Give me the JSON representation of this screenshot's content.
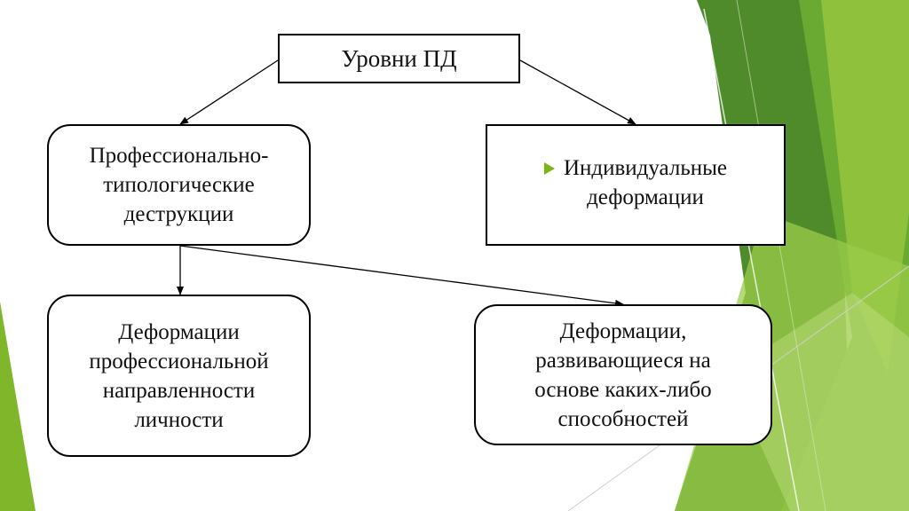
{
  "diagram": {
    "title": "Уровни ПД",
    "nodes": {
      "professional_typological": "Профессионально-\nтипологические\nдеструкции",
      "individual": "Индивидуальные\nдеформации",
      "professional_orientation": "Деформации\nпрофессиональной\nнаправленности\nличности",
      "abilities_based": "Деформации,\nразвивающиеся на\nоснове каких-либо\nспособностей"
    },
    "edges": [
      {
        "from": "title",
        "to": "professional_typological"
      },
      {
        "from": "title",
        "to": "individual"
      },
      {
        "from": "professional_typological",
        "to": "professional_orientation"
      },
      {
        "from": "professional_typological",
        "to": "abilities_based"
      }
    ],
    "bullet_icon": "triangle-bullet-icon"
  },
  "colors": {
    "accent_green": "#7cb518",
    "dark_green": "#4e8a2a",
    "light_green": "#a8cf52"
  }
}
